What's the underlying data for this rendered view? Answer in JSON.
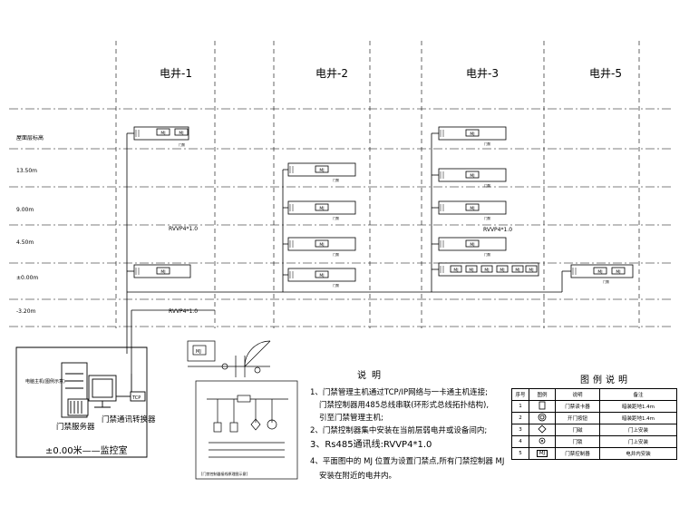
{
  "shafts": [
    {
      "label": "电井-1"
    },
    {
      "label": "电井-2"
    },
    {
      "label": "电井-3"
    },
    {
      "label": "电井-5"
    }
  ],
  "levels": [
    "屋面层标高",
    "13.50m",
    "9.00m",
    "4.50m",
    "±0.00m",
    "-3.20m"
  ],
  "device_label": "MJ",
  "cable_labels": {
    "rvvp_1": "RVVP4*1.0",
    "rvvp_2": "RVVP4*1.0",
    "rvvp_3": "RVVP4*1.0"
  },
  "small_text": "门禁",
  "control_room": {
    "server_label": "门禁服务器",
    "converter_label": "门禁通讯转换器",
    "converter_box": "TCP",
    "printer_label": "电脑主机(图例示意)",
    "room_name": "±0.00米——监控室"
  },
  "detail_caption": "[门禁控制器接线原理图示意]",
  "notes": {
    "title": "说明",
    "items": [
      "1、门禁管理主机通过TCP/IP网络与一卡通主机连接;",
      "门禁控制器用485总线串联(环形式总线拓扑结构),",
      "引至门禁管理主机;",
      "2、门禁控制器集中安装在当前层弱电井或设备间内;",
      "3、Rs485通讯线:RVVP4*1.0",
      "4、平面图中的 MJ 位置为设置门禁点,所有门禁控制器 MJ",
      "安装在附近的电井内。"
    ]
  },
  "legend": {
    "title": "图例说明",
    "headers": [
      "序号",
      "图例",
      "说明",
      "备注"
    ],
    "rows": [
      {
        "no": "1",
        "desc": "门禁读卡器",
        "note": "暗装距地1.4m"
      },
      {
        "no": "2",
        "desc": "开门按钮",
        "note": "暗装距地1.4m"
      },
      {
        "no": "3",
        "desc": "门磁",
        "note": "门上安装"
      },
      {
        "no": "4",
        "desc": "门锁",
        "note": "门上安装"
      },
      {
        "no": "5",
        "desc": "门禁控制器",
        "note": "电井内安装"
      }
    ]
  }
}
